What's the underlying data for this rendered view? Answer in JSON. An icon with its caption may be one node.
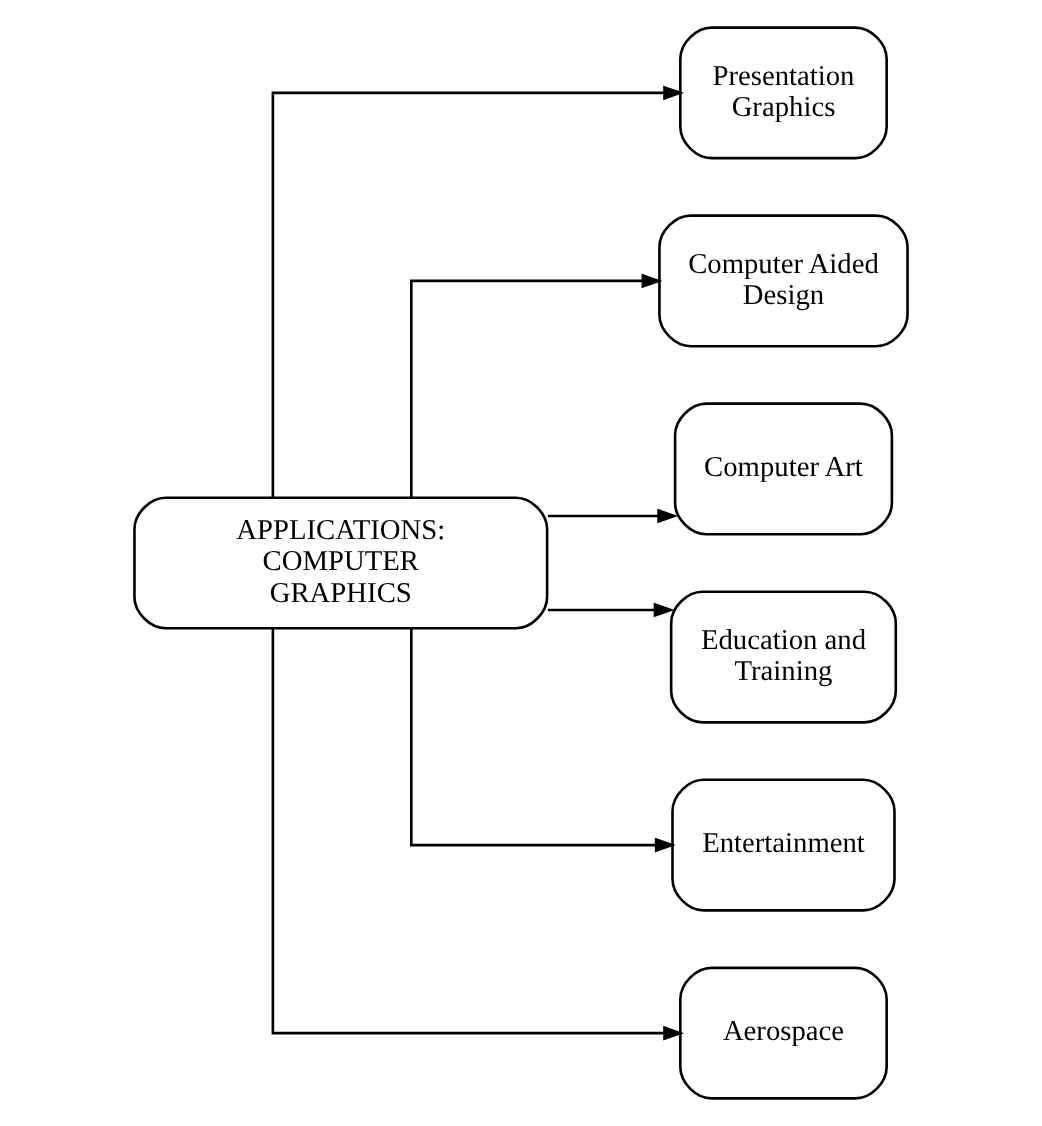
{
  "diagram": {
    "nodes": [
      {
        "text": [
          "APPLICATIONS: COMPUTER GRAPHICS"
        ]
      },
      {
        "text": [
          "Presentation Graphics"
        ]
      },
      {
        "text": [
          "Computer Aided Design"
        ]
      },
      {
        "text": [
          "Computer Art"
        ]
      },
      {
        "text": [
          "Education and Training"
        ]
      },
      {
        "text": [
          "Entertainment"
        ]
      },
      {
        "text": [
          "Aerospace"
        ]
      }
    ],
    "edges": [
      {
        "from": 0,
        "to": 1,
        "arrow": "to"
      },
      {
        "from": 0,
        "to": 2,
        "arrow": "to"
      },
      {
        "from": 0,
        "to": 3,
        "arrow": "to"
      },
      {
        "from": 0,
        "to": 4,
        "arrow": "to"
      },
      {
        "from": 0,
        "to": 5,
        "arrow": "to"
      },
      {
        "from": 0,
        "to": 6,
        "arrow": "to"
      }
    ]
  }
}
